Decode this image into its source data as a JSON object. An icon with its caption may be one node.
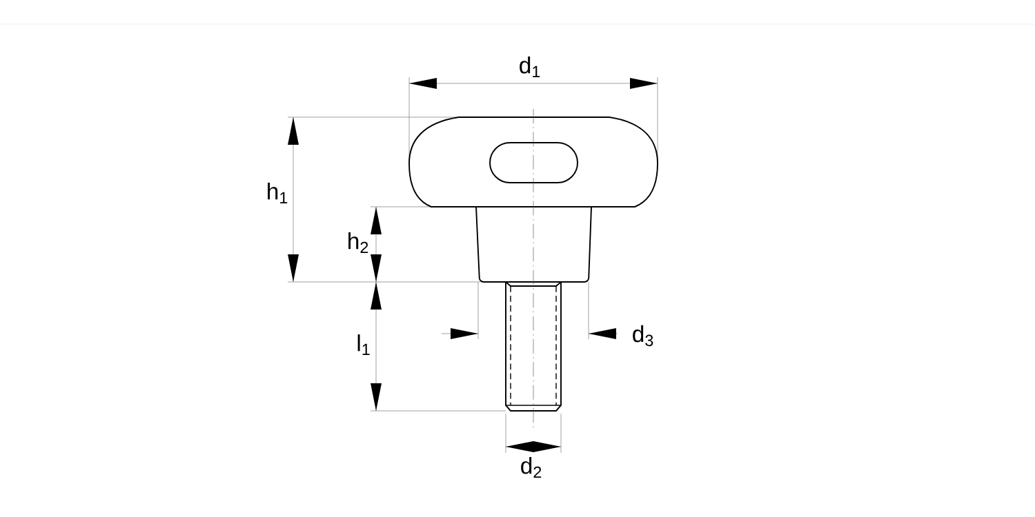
{
  "diagram": {
    "labels": [
      "d$_{1}$",
      "h$_{1}$",
      "h$_{2}$",
      "l$_{1}$",
      "d$_{3}$",
      "d$_{2}$"
    ]
  }
}
